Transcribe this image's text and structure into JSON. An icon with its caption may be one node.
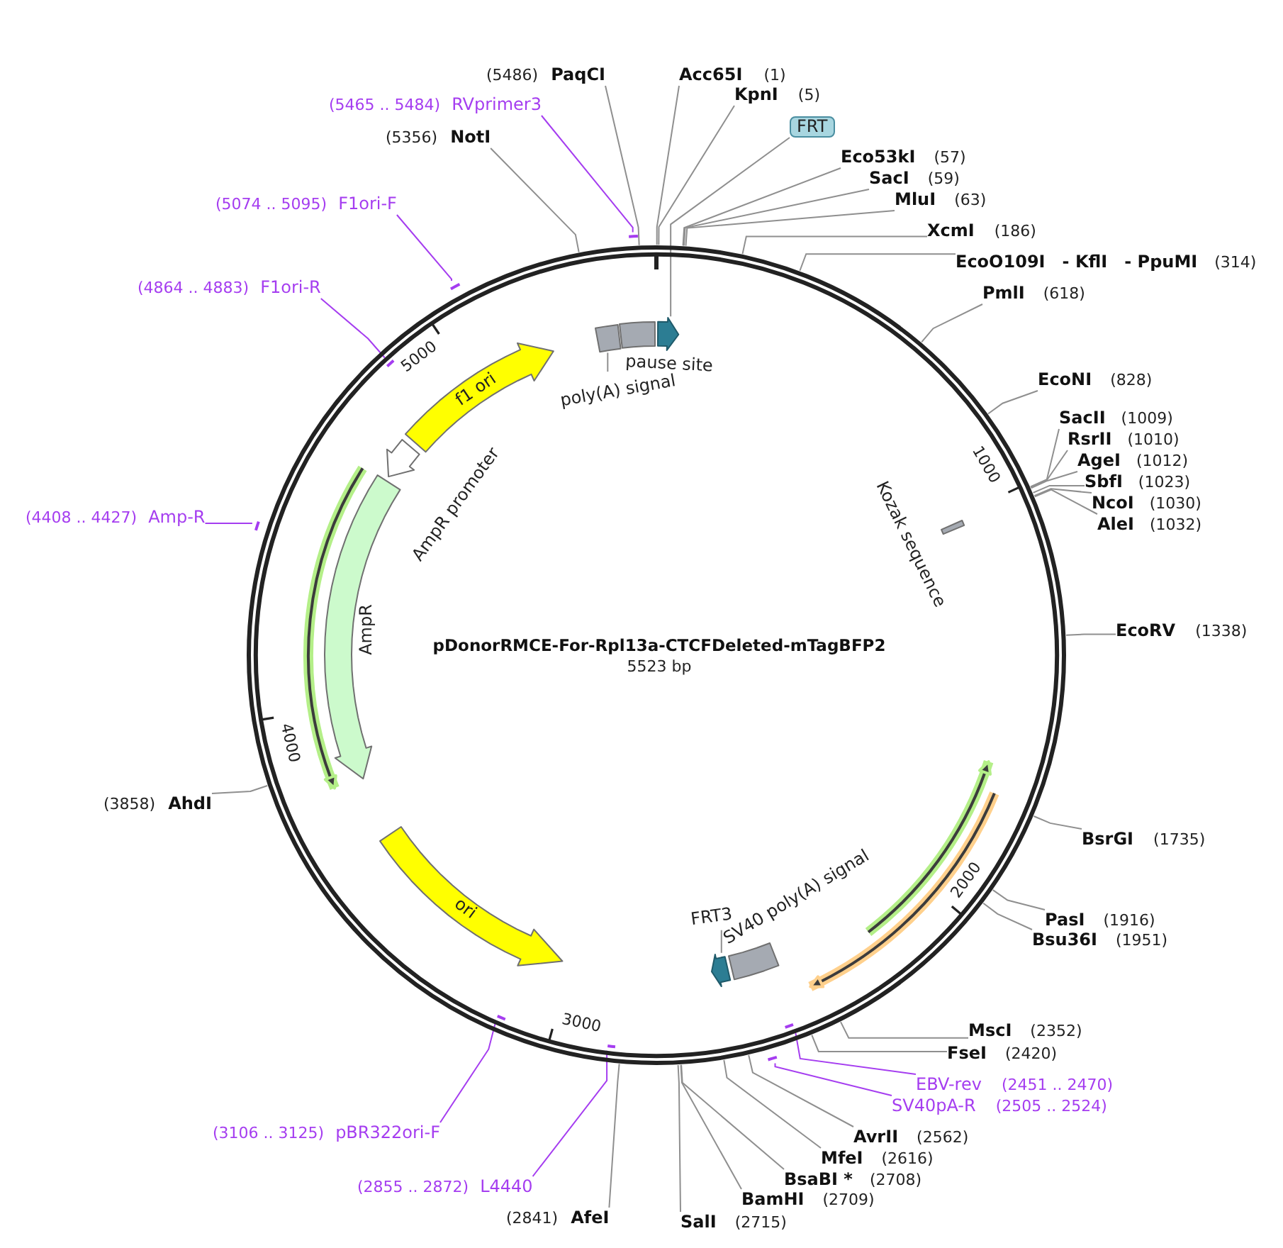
{
  "diagram": {
    "title": "pDonorRMCE-For-Rpl13a-CTCFDeleted-mTagBFP2",
    "nodes": [
      {
        "text": [
          "(5486)",
          "PaqCI"
        ]
      },
      {
        "text": [
          "Acc65I",
          "(1)"
        ]
      },
      {
        "text": [
          "KpnI",
          "(5)"
        ]
      },
      {
        "text": [
          "(5465 .. 5484)",
          "RVprimer3"
        ]
      },
      {
        "text": [
          "FRT"
        ]
      },
      {
        "text": [
          "(5356)",
          "NotI"
        ]
      },
      {
        "text": [
          "Eco53kI",
          "(57)"
        ]
      },
      {
        "text": [
          "SacI",
          "(59)"
        ]
      },
      {
        "text": [
          "MluI",
          "(63)"
        ]
      },
      {
        "text": [
          "(5074 .. 5095)",
          "F1ori-F"
        ]
      },
      {
        "text": [
          "XcmI",
          "(186)"
        ]
      },
      {
        "text": [
          "EcoO109I",
          "- KflI",
          "- PpuMI",
          "(314)"
        ]
      },
      {
        "text": [
          "(4864 .. 4883)",
          "F1ori-R"
        ]
      },
      {
        "text": [
          "PmlI",
          "(618)"
        ]
      },
      {
        "text": [
          "EcoNI",
          "(828)"
        ]
      },
      {
        "text": [
          "SacII",
          "(1009)"
        ]
      },
      {
        "text": [
          "RsrII",
          "(1010)"
        ]
      },
      {
        "text": [
          "AgeI",
          "(1012)"
        ]
      },
      {
        "text": [
          "SbfI",
          "(1023)"
        ]
      },
      {
        "text": [
          "NcoI",
          "(1030)"
        ]
      },
      {
        "text": [
          "(4408 .. 4427)",
          "Amp-R"
        ]
      },
      {
        "text": [
          "AleI",
          "(1032)"
        ]
      },
      {
        "text": [
          "EcoRV",
          "(1338)"
        ]
      },
      {
        "text": [
          "(3858)",
          "AhdI"
        ]
      },
      {
        "text": [
          "BsrGI",
          "(1735)"
        ]
      },
      {
        "text": [
          "PasI",
          "(1916)"
        ]
      },
      {
        "text": [
          "Bsu36I",
          "(1951)"
        ]
      },
      {
        "text": [
          "MscI",
          "(2352)"
        ]
      },
      {
        "text": [
          "FseI",
          "(2420)"
        ]
      },
      {
        "text": [
          "EBV-rev",
          "(2451 .. 2470)"
        ]
      },
      {
        "text": [
          "SV40pA-R",
          "(2505 .. 2524)"
        ]
      },
      {
        "text": [
          "(3106 .. 3125)",
          "pBR322ori-F"
        ]
      },
      {
        "text": [
          "AvrII",
          "(2562)"
        ]
      },
      {
        "text": [
          "MfeI",
          "(2616)"
        ]
      },
      {
        "text": [
          "BsaBI *",
          "(2708)"
        ]
      },
      {
        "text": [
          "(2855 .. 2872)",
          "L4440"
        ]
      },
      {
        "text": [
          "BamHI",
          "(2709)"
        ]
      },
      {
        "text": [
          "(2841)",
          "AfeI"
        ]
      },
      {
        "text": [
          "SalI",
          "(2715)"
        ]
      },
      {
        "text": [],
        "shape": "circle"
      },
      {
        "text": [],
        "shape": "box",
        "in": 39
      },
      {
        "text": [],
        "shape": "box",
        "in": 39,
        "beside": [
          "pause site"
        ]
      },
      {
        "text": [],
        "shape": "arrow",
        "in": 39
      },
      {
        "text": [
          "poly(A) signal"
        ],
        "in": 39
      },
      {
        "text": [
          "f1 ori"
        ],
        "in": 39
      },
      {
        "text": [],
        "shape": "arrow",
        "in": 39,
        "beside": [
          "AmpR promoter"
        ]
      },
      {
        "text": [],
        "shape": "arrow",
        "in": 39
      },
      {
        "text": [],
        "shape": "arrow",
        "in": 39,
        "beside": [
          "AmpR"
        ]
      },
      {
        "text": [],
        "shape": "bar",
        "in": 39,
        "beside": [
          "Kozak sequence"
        ]
      },
      {
        "text": [],
        "shape": "arrow",
        "in": 39
      },
      {
        "text": [],
        "shape": "arrow",
        "in": 39
      },
      {
        "text": [
          "ori"
        ],
        "in": 39
      },
      {
        "text": [],
        "shape": "box",
        "in": 39,
        "beside": [
          "SV40 poly(A) signal"
        ]
      },
      {
        "text": [
          "FRT3"
        ],
        "in": 39
      },
      {
        "text": [],
        "shape": "arrow",
        "in": 39
      },
      {
        "text": [],
        "shape": "bracket"
      },
      {
        "text": [],
        "shape": "bracket"
      },
      {
        "text": [],
        "shape": "bracket",
        "in": 39
      },
      {
        "text": [],
        "shape": "bracket"
      },
      {
        "text": [],
        "shape": "bracket",
        "in": 39
      },
      {
        "text": [],
        "shape": "bracket"
      },
      {
        "text": [],
        "shape": "bracket",
        "in": 39
      },
      {
        "text": [],
        "shape": "bracket",
        "in": 39
      }
    ],
    "edges": [
      {
        "from": 0,
        "to": 39,
        "arrow": "none"
      },
      {
        "from": 1,
        "to": 39,
        "arrow": "none"
      },
      {
        "from": 2,
        "to": 39,
        "arrow": "none"
      },
      {
        "from": 3,
        "to": 55,
        "arrow": "none",
        "color": "#a53df0"
      },
      {
        "from": 4,
        "to": 42,
        "arrow": "none"
      },
      {
        "from": 5,
        "to": 39,
        "arrow": "none"
      },
      {
        "from": 6,
        "to": 39,
        "arrow": "none"
      },
      {
        "from": 7,
        "to": 39,
        "arrow": "none"
      },
      {
        "from": 8,
        "to": 39,
        "arrow": "none"
      },
      {
        "from": 9,
        "to": 56,
        "arrow": "none",
        "color": "#a53df0"
      },
      {
        "from": 10,
        "to": 39,
        "arrow": "none"
      },
      {
        "from": 11,
        "to": 39,
        "arrow": "none"
      },
      {
        "from": 12,
        "to": 57,
        "arrow": "none",
        "color": "#a53df0"
      },
      {
        "from": 13,
        "to": 39,
        "arrow": "none"
      },
      {
        "from": 14,
        "to": 39,
        "arrow": "none"
      },
      {
        "from": 15,
        "to": 39,
        "arrow": "none"
      },
      {
        "from": 16,
        "to": 39,
        "arrow": "none"
      },
      {
        "from": 17,
        "to": 39,
        "arrow": "none"
      },
      {
        "from": 18,
        "to": 39,
        "arrow": "none"
      },
      {
        "from": 19,
        "to": 39,
        "arrow": "none"
      },
      {
        "from": 20,
        "to": 58,
        "arrow": "none",
        "color": "#a53df0"
      },
      {
        "from": 21,
        "to": 39,
        "arrow": "none"
      },
      {
        "from": 22,
        "to": 39,
        "arrow": "none"
      },
      {
        "from": 23,
        "to": 39,
        "arrow": "none"
      },
      {
        "from": 24,
        "to": 39,
        "arrow": "none"
      },
      {
        "from": 25,
        "to": 39,
        "arrow": "none"
      },
      {
        "from": 26,
        "to": 39,
        "arrow": "none"
      },
      {
        "from": 27,
        "to": 39,
        "arrow": "none"
      },
      {
        "from": 28,
        "to": 39,
        "arrow": "none"
      },
      {
        "from": 29,
        "to": 59,
        "arrow": "none",
        "color": "#a53df0"
      },
      {
        "from": 30,
        "to": 60,
        "arrow": "none",
        "color": "#a53df0"
      },
      {
        "from": 31,
        "to": 61,
        "arrow": "none",
        "color": "#a53df0"
      },
      {
        "from": 32,
        "to": 39,
        "arrow": "none"
      },
      {
        "from": 33,
        "to": 39,
        "arrow": "none"
      },
      {
        "from": 34,
        "to": 39,
        "arrow": "none"
      },
      {
        "from": 35,
        "to": 62,
        "arrow": "none",
        "color": "#a53df0"
      },
      {
        "from": 36,
        "to": 39,
        "arrow": "none"
      },
      {
        "from": 37,
        "to": 39,
        "arrow": "none"
      },
      {
        "from": 38,
        "to": 39,
        "arrow": "none"
      },
      {
        "from": 43,
        "to": 40,
        "arrow": "none"
      },
      {
        "from": 53,
        "to": 54,
        "arrow": "none"
      }
    ],
    "labels": [
      "5000",
      "1000",
      "5523 bp",
      "4000",
      "2000",
      "3000"
    ]
  }
}
